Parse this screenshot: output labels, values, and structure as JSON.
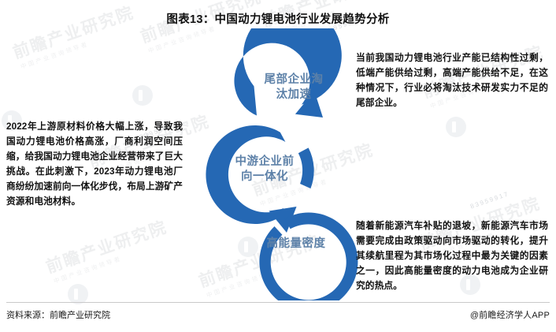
{
  "title": "图表13：中国动力锂电池行业发展趋势分析",
  "diagram": {
    "accent_color": "#2568B4",
    "label_color": "#5D81A8",
    "rings": [
      {
        "id": "top",
        "label": "尾部企业淘\n汰加速",
        "label_plain": "尾部企业淘汰加速"
      },
      {
        "id": "middle",
        "label": "中游企业前\n向一体化",
        "label_plain": "中游企业前向一体化"
      },
      {
        "id": "bottom",
        "label": "高能量密度",
        "label_plain": "高能量密度"
      }
    ]
  },
  "texts": {
    "left": "2022年上游原材料价格大幅上涨，导致我国动力锂电池价格高涨，厂商利润空间压缩，给我国动力锂电池企业经营带来了巨大挑战。在此刺激下，2023年动力锂电池厂商纷纷加速前向一体化步伐，布局上游矿产资源和电池材料。",
    "top_right": "当前我国动力锂电池行业产能已结构性过剩，低端产能供给过剩，高端产能供给不足，在这种情况下，行业必将淘汰技术研发实力不足的尾部企业。",
    "bottom_right": "随着新能源汽车补贴的退坡，新能源汽车市场需要完成由政策驱动向市场驱动的转化，提升其续航里程为其市场化过程中最为关键的因素之一，因此高能量密度的动力电池成为企业研究的热点。"
  },
  "footer": {
    "source": "资料来源：前瞻产业研究院",
    "attribution": "@前瞻经济学人APP"
  },
  "watermark": {
    "main": "前瞻产业研究院",
    "sub": "中国产业咨询领导者",
    "number": "83959917"
  }
}
